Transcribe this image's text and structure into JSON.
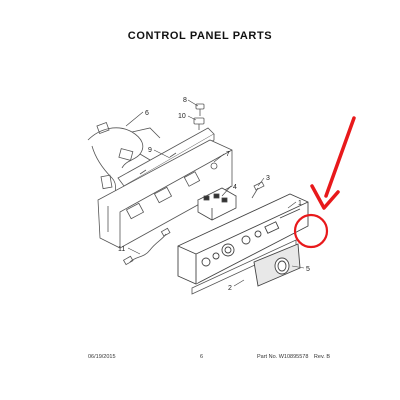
{
  "title": "CONTROL PANEL PARTS",
  "callouts": [
    "1",
    "2",
    "3",
    "4",
    "5",
    "6",
    "7",
    "8",
    "9",
    "10",
    "11"
  ],
  "footer": {
    "date": "06/19/2015",
    "page": "6",
    "part_label": "Part No.",
    "part_number": "W10895578",
    "rev_label": "Rev.",
    "rev": "B"
  },
  "annotation_color": "#e8191b"
}
